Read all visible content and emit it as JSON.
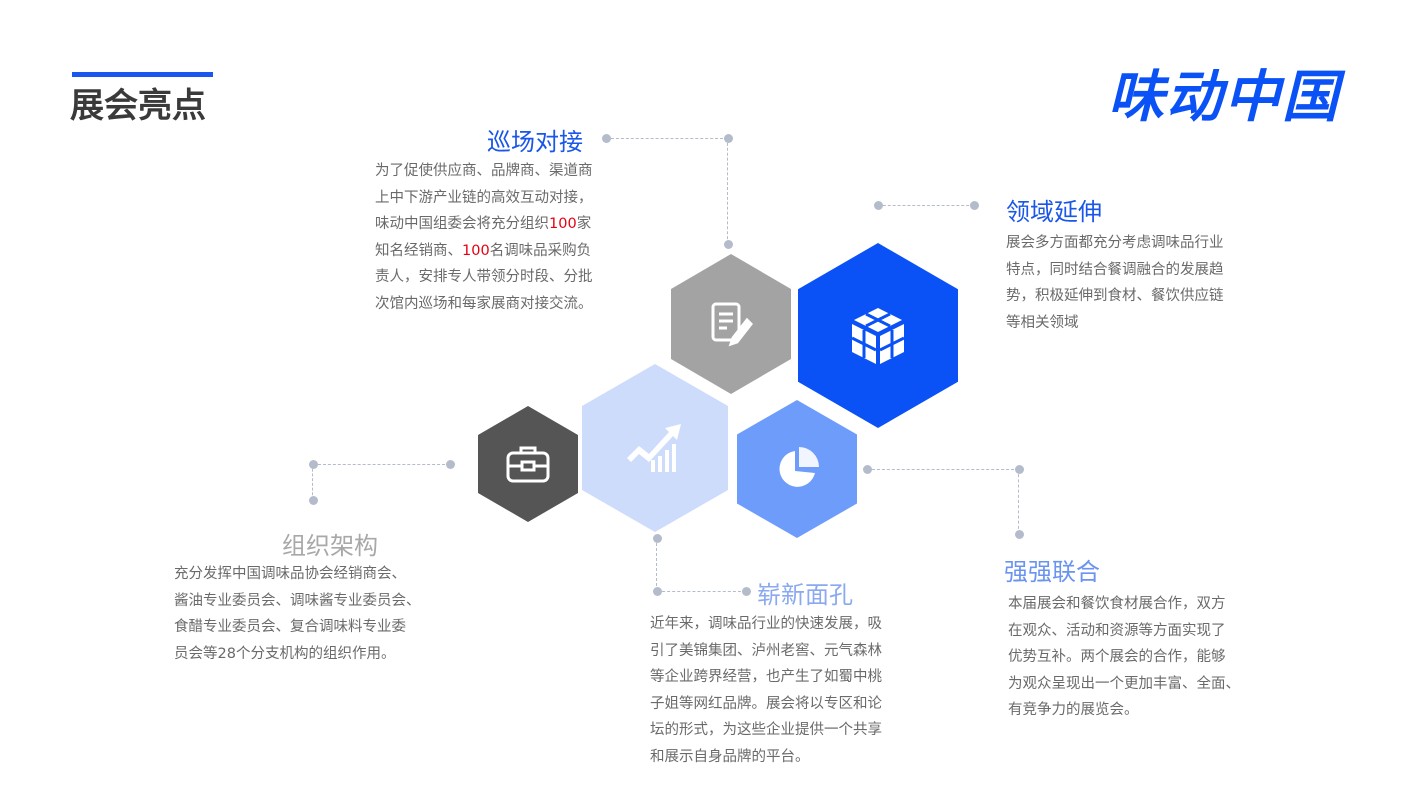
{
  "header": {
    "title": "展会亮点",
    "logo": "味动中国"
  },
  "colors": {
    "accent": "#1a56f0",
    "dark_hex": "#555555",
    "gray_hex": "#a3a3a3",
    "blue_hex": "#0a52f5",
    "light_hex": "#cddcfb",
    "mid_hex": "#6d9cfb",
    "red": "#e60012"
  },
  "sections": {
    "xunchang": {
      "title": "巡场对接",
      "lines": [
        "为了促使供应商、品牌商、渠道商",
        "上中下游产业链的高效互动对接，"
      ],
      "l3a": "味动中国组委会将充分组织",
      "l3b": "100",
      "l3c": "家",
      "l4a": "知名经销商、",
      "l4b": "100",
      "l4c": "名调味品采购负",
      "lines2": [
        "责人，安排专人带领分时段、分批",
        "次馆内巡场和每家展商对接交流。"
      ]
    },
    "lingyu": {
      "title": "领域延伸",
      "lines": [
        "展会多方面都充分考虑调味品行业",
        "特点，同时结合餐调融合的发展趋",
        "势，积极延伸到食材、餐饮供应链",
        "等相关领域"
      ]
    },
    "zuzhi": {
      "title": "组织架构",
      "lines": [
        "充分发挥中国调味品协会经销商会、",
        "酱油专业委员会、调味酱专业委员会、",
        "食醋专业委员会、复合调味料专业委",
        "员会等28个分支机构的组织作用。"
      ]
    },
    "zhanxin": {
      "title": "崭新面孔",
      "lines": [
        "近年来，调味品行业的快速发展，吸",
        "引了美锦集团、泸州老窖、元气森林",
        "等企业跨界经营，也产生了如蜀中桃",
        "子姐等网红品牌。展会将以专区和论",
        "坛的形式，为这些企业提供一个共享",
        "和展示自身品牌的平台。"
      ]
    },
    "qiangqiang": {
      "title": "强强联合",
      "lines": [
        "本届展会和餐饮食材展合作，双方",
        "在观众、活动和资源等方面实现了",
        "优势互补。两个展会的合作，能够",
        "为观众呈现出一个更加丰富、全面、",
        "有竞争力的展览会。"
      ]
    }
  }
}
